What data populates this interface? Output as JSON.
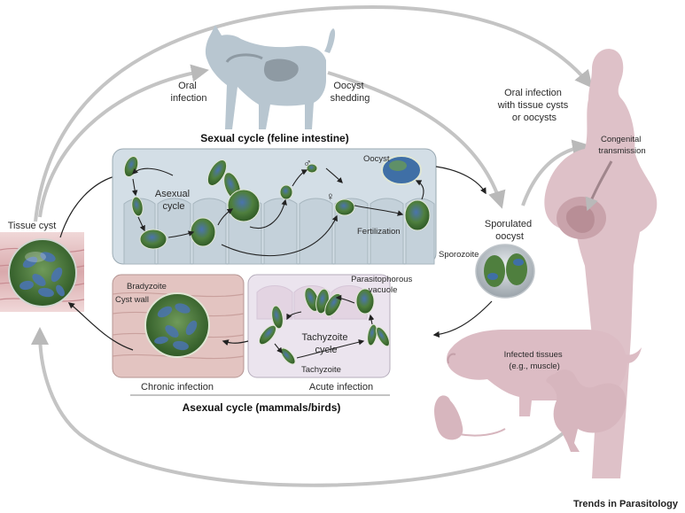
{
  "labels": {
    "oral_infection": [
      "Oral",
      "infection"
    ],
    "oocyst_shedding": [
      "Oocyst",
      "shedding"
    ],
    "sexual_cycle": "Sexual cycle (feline intestine)",
    "oral_infection_tissue": [
      "Oral infection",
      "with tissue cysts",
      "or oocysts"
    ],
    "congenital": [
      "Congenital",
      "transmission"
    ],
    "tissue_cyst": "Tissue cyst",
    "asexual": [
      "Asexual",
      "cycle"
    ],
    "oocyst": "Oocyst",
    "fertilization": "Fertilization",
    "sporulated": [
      "Sporulated",
      "oocyst"
    ],
    "sporozoite": "Sporozoite",
    "bradyzoite": "Bradyzoite",
    "cyst_wall": "Cyst wall",
    "parasitophorous": [
      "Parasitophorous",
      "vacuole"
    ],
    "tachyzoite_cycle": [
      "Tachyzoite",
      "cycle"
    ],
    "tachyzoite": "Tachyzoite",
    "chronic": "Chronic infection",
    "acute": "Acute infection",
    "infected_tissues": [
      "Infected tissues",
      "(e.g., muscle)"
    ],
    "asexual_cycle_title": "Asexual cycle (mammals/birds)",
    "male_symbol": "♂",
    "female_symbol": "♀",
    "journal": "Trends in Parasitology"
  },
  "colors": {
    "cat": "#b4c2cc",
    "host_pink": "#dcbcc4",
    "parasite_green": "#4f7a3a",
    "parasite_blue": "#3f6fa6",
    "arrow_gray": "#b9b9b9",
    "panel_blue": "#cfdbe4",
    "panel_pink": "#e6c8c4",
    "panel_lavender": "#ece6ef"
  },
  "icons": [
    "cat-silhouette",
    "pregnant-woman-silhouette",
    "pig-silhouette",
    "chicken-silhouette",
    "rat-silhouette"
  ]
}
